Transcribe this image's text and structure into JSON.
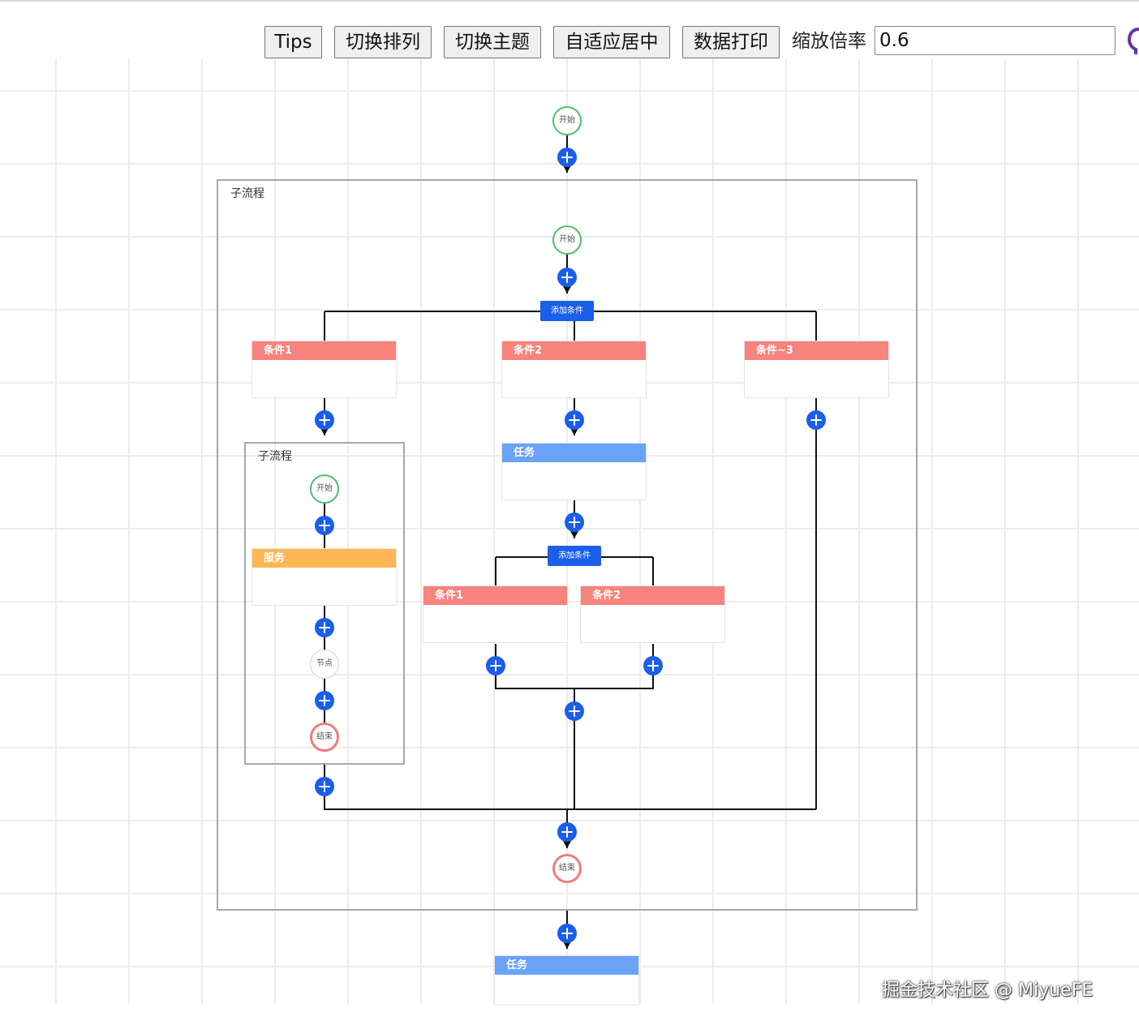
{
  "toolbar": {
    "tips_label": "Tips",
    "toggle_layout_label": "切换排列",
    "toggle_theme_label": "切换主题",
    "fit_center_label": "自适应居中",
    "print_label": "数据打印",
    "zoom_label": "缩放倍率",
    "zoom_value": "0.6"
  },
  "flow": {
    "root_start": "开始",
    "outer_group": {
      "title": "子流程",
      "start": "开始",
      "add_condition": "添加条件",
      "conditions": [
        "条件1",
        "条件2",
        "条件~3"
      ],
      "inner_group": {
        "title": "子流程",
        "start": "开始",
        "service": "服务",
        "node": "节点",
        "end": "结束"
      },
      "task": "任务",
      "nested_add_condition": "添加条件",
      "nested_conditions": [
        "条件1",
        "条件2"
      ],
      "end": "结束"
    },
    "bottom_task": "任务"
  },
  "colors": {
    "accent": "#1a5ee9",
    "condition": "#f7837d",
    "task": "#6aa2f7",
    "service": "#ffb755",
    "start": "#4cbf6a",
    "end": "#ee7d79"
  },
  "watermark": "掘金技术社区 @ MiyueFE"
}
